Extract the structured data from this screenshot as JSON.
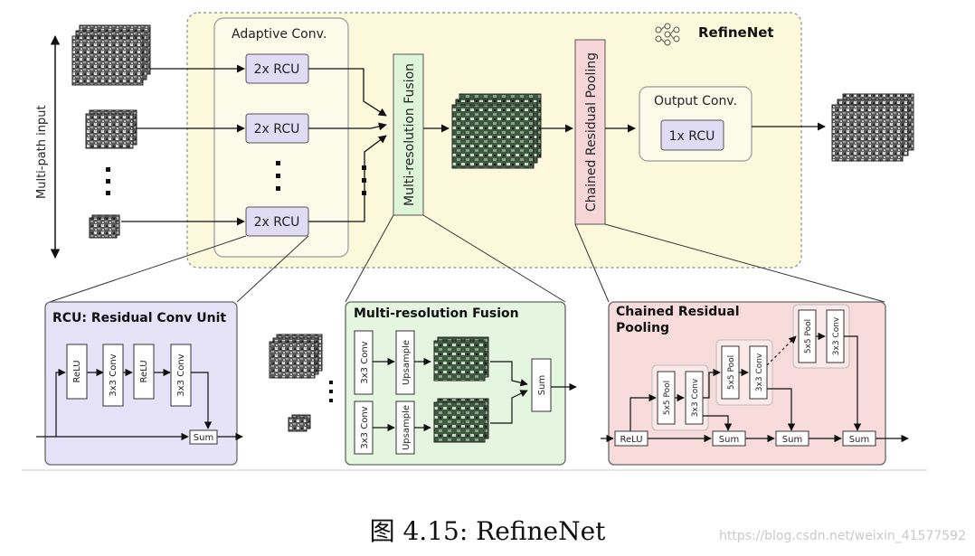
{
  "refinenet": {
    "title": "RefineNet",
    "input_label": "Multi-path input",
    "adaptive_label": "Adaptive Conv.",
    "rcu2x": "2x RCU",
    "mrf_vertical": "Multi-resolution Fusion",
    "crp_vertical": "Chained Residual Pooling",
    "output_label": "Output Conv.",
    "rcu1x": "1x RCU"
  },
  "rcu_detail": {
    "title": "RCU: Residual Conv Unit",
    "relu": "ReLU",
    "conv": "3x3 Conv",
    "sum": "Sum"
  },
  "mrf_detail": {
    "title": "Multi-resolution Fusion",
    "conv": "3x3 Conv",
    "upsample": "Upsample",
    "sum": "Sum"
  },
  "crp_detail": {
    "title_line1": "Chained Residual",
    "title_line2": "Pooling",
    "relu": "ReLU",
    "pool": "5x5 Pool",
    "conv": "3x3 Conv",
    "sum": "Sum"
  },
  "caption": "图 4.15: RefineNet",
  "watermark": "https://blog.csdn.net/weixin_41577592",
  "colors": {
    "refinenet_bg": "#fbf8dc",
    "rcu_bg": "#e6e2f7",
    "mrf_bg": "#e4f6e0",
    "crp_bg": "#f8dcdc",
    "rcu_box": "#e1dcf5",
    "mrf_box": "#dff5d8",
    "crp_box": "#f6d6d6"
  }
}
